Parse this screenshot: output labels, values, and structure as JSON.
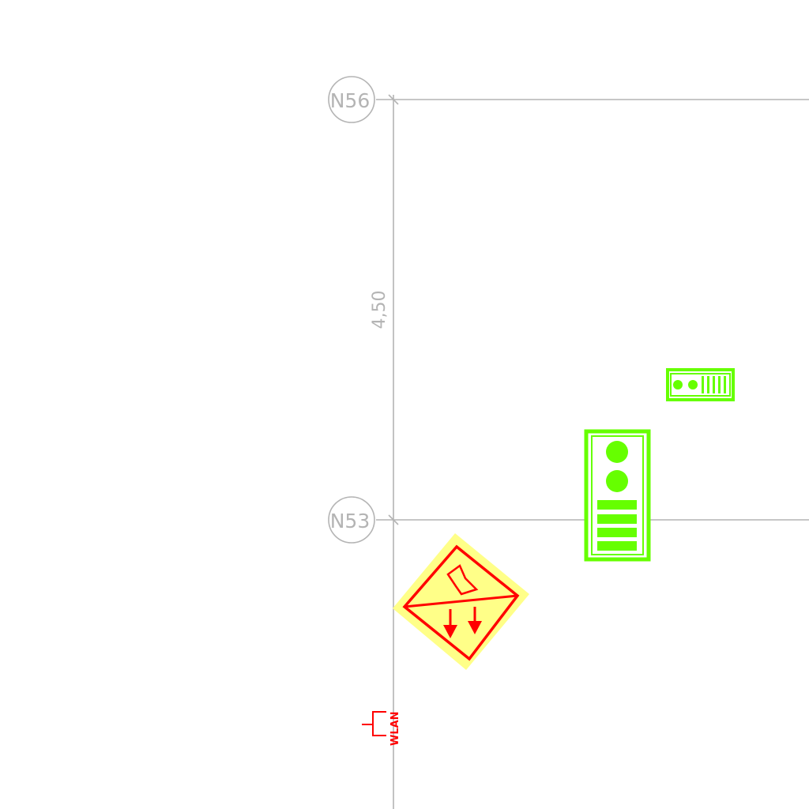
{
  "drawing": {
    "grid_axes": [
      {
        "label": "N56"
      },
      {
        "label": "N53"
      }
    ],
    "dimension_label": "4,50",
    "wlan_label": "WLAN",
    "symbols": [
      {
        "name": "emergency-exit-sign",
        "icon": "exit-diamond-icon"
      },
      {
        "name": "door-intercom-panel-large",
        "icon": "intercom-panel-icon"
      },
      {
        "name": "door-intercom-panel-small",
        "icon": "intercom-panel-icon"
      },
      {
        "name": "wlan-access-point",
        "icon": "wlan-antenna-icon"
      }
    ],
    "colors": {
      "grid": "#b4b4b4",
      "intercom": "#66ff00",
      "exit_sign_fill": "#ffff88",
      "exit_sign_stroke": "#ff0000",
      "wlan": "#ff0000",
      "background": "#ffffff"
    }
  }
}
